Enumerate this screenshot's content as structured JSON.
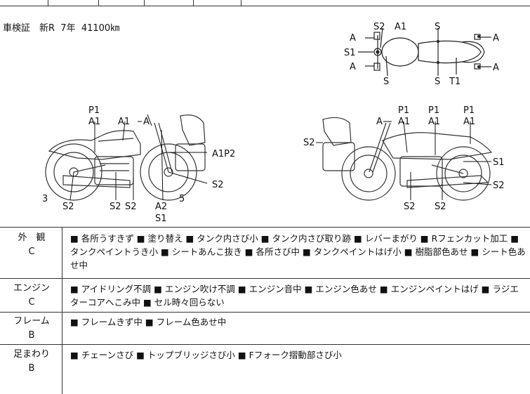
{
  "registration": "車検証　新R  7年  41100㎞",
  "top_view_labels": {
    "s2": "S2",
    "a1": "A1",
    "s_top": "S",
    "a_left_top": "A",
    "s1": "S1",
    "a_left_bottom": "A",
    "s_bottom_left": "S",
    "s_bottom_mid": "S",
    "t1": "T1",
    "a_right_top": "A",
    "a_right_bottom": "A"
  },
  "left_view_labels": {
    "p1": "P1",
    "a1_a": "A1",
    "a1_b": "A1",
    "a_mirror": "A",
    "a1p2": "A1P2",
    "s2_right": "S2",
    "five": "5",
    "three": "3",
    "s2_front": "S2",
    "s2_mid1": "S2",
    "s2_mid2": "S2",
    "a2": "A2",
    "s1": "S1"
  },
  "right_view_labels": {
    "a_mirror": "A",
    "p1_a": "P1",
    "a1_a": "A1",
    "p1_b": "P1",
    "a1_b": "A1",
    "p1_c": "P1",
    "a1_c": "A1",
    "s2_rear": "S2",
    "s1": "S1",
    "s2_right": "S2",
    "s2_b1": "S2",
    "s2_b2": "S2"
  },
  "sections": [
    {
      "category": "外　観",
      "grade": "C",
      "text": "■ 各所うすきず ■ 塗り替え ■ タンク内さび小 ■ タンク内さび取り跡 ■ レバーまがり ■ Rフェンカット加工 ■ タンクペイントうき小 ■ シートあんこ抜き ■ 各所さび中 ■ タンクペイントはげ小 ■ 樹脂部色あせ ■ シート色あせ中"
    },
    {
      "category": "エンジン",
      "grade": "C",
      "text": "■ アイドリング不調 ■ エンジン吹け不調 ■ エンジン音中 ■ エンジン色あせ ■ エンジンペイントはげ ■ ラジエターコアへこみ中 ■ セル時々回らない"
    },
    {
      "category": "フレーム",
      "grade": "B",
      "text": "■ フレームきず中 ■ フレーム色あせ中"
    },
    {
      "category": "足まわり",
      "grade": "B",
      "text": "■ チェーンさび ■ トップブリッジさび小 ■ Fフォーク摺動部さび小"
    }
  ]
}
